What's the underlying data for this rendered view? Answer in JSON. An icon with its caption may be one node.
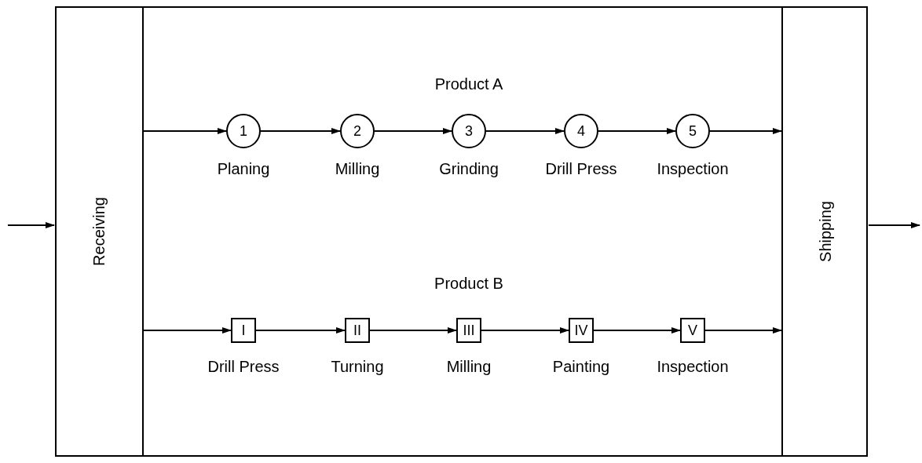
{
  "diagram": {
    "nodes": [
      {
        "text": [],
        "shape": "box"
      },
      {
        "text": [
          "Receiving"
        ],
        "in": 0
      },
      {
        "text": [
          "1"
        ],
        "beside": [
          "Planing"
        ],
        "in": 0
      },
      {
        "text": [
          "2"
        ],
        "beside": [
          "Milling"
        ],
        "in": 0
      },
      {
        "text": [
          "3"
        ],
        "beside": [
          "Grinding"
        ],
        "in": 0
      },
      {
        "text": [
          "4"
        ],
        "beside": [
          "Drill Press"
        ],
        "in": 0
      },
      {
        "text": [
          "5"
        ],
        "beside": [
          "Inspection"
        ],
        "in": 0
      },
      {
        "text": [
          "I"
        ],
        "beside": [
          "Drill Press"
        ],
        "in": 0
      },
      {
        "text": [
          "II"
        ],
        "beside": [
          "Turning"
        ],
        "in": 0
      },
      {
        "text": [
          "III"
        ],
        "beside": [
          "Milling"
        ],
        "in": 0
      },
      {
        "text": [
          "IV"
        ],
        "beside": [
          "Painting"
        ],
        "in": 0
      },
      {
        "text": [
          "V"
        ],
        "beside": [
          "Inspection"
        ],
        "in": 0
      },
      {
        "text": [
          "Shipping"
        ],
        "in": 0
      }
    ],
    "edges": [
      {
        "from": null,
        "to": 1,
        "arrow": "to"
      },
      {
        "from": 1,
        "to": 2,
        "arrow": "to"
      },
      {
        "from": 2,
        "to": 3,
        "arrow": "to"
      },
      {
        "from": 3,
        "to": 4,
        "arrow": "to"
      },
      {
        "from": 4,
        "to": 5,
        "arrow": "to"
      },
      {
        "from": 5,
        "to": 6,
        "arrow": "to"
      },
      {
        "from": 6,
        "to": 12,
        "arrow": "to"
      },
      {
        "from": 1,
        "to": 7,
        "arrow": "to"
      },
      {
        "from": 7,
        "to": 8,
        "arrow": "to"
      },
      {
        "from": 8,
        "to": 9,
        "arrow": "to"
      },
      {
        "from": 9,
        "to": 10,
        "arrow": "to"
      },
      {
        "from": 10,
        "to": 11,
        "arrow": "to"
      },
      {
        "from": 11,
        "to": 12,
        "arrow": "to"
      },
      {
        "from": 12,
        "to": null,
        "arrow": "to"
      }
    ],
    "labels": [
      "Product A",
      "Product B"
    ]
  }
}
